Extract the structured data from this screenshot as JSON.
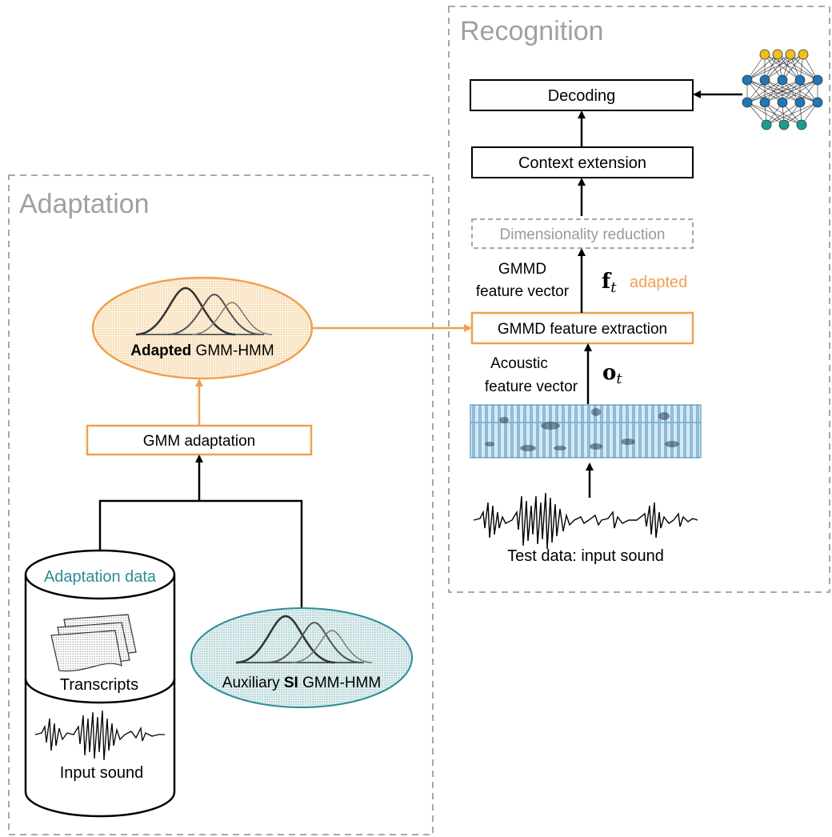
{
  "regions": {
    "recognition": "Recognition",
    "adaptation": "Adaptation"
  },
  "boxes": {
    "decoding": "Decoding",
    "context_extension": "Context extension",
    "dimensionality_reduction": "Dimensionality reduction",
    "gmmd_feature_extraction": "GMMD feature extraction",
    "gmm_adaptation": "GMM adaptation"
  },
  "labels": {
    "gmmd_line1": "GMMD",
    "gmmd_line2": "feature vector",
    "acoustic_line1": "Acoustic",
    "acoustic_line2": "feature vector",
    "test_data": "Test data: input sound",
    "transcripts": "Transcripts",
    "input_sound": "Input sound",
    "adaptation_data": "Adaptation data"
  },
  "math": {
    "f_symbol": "f",
    "f_subscript": "t",
    "adapted_word": "adapted",
    "o_symbol": "o",
    "o_subscript": "t"
  },
  "models": {
    "adapted_bold": "Adapted",
    "adapted_rest": " GMM-HMM",
    "aux_prefix": "Auxiliary ",
    "aux_bold": "SI",
    "aux_rest": " GMM-HMM"
  },
  "colors": {
    "orange": "#f4a460",
    "orange_stroke": "#f0a050",
    "teal": "#2e8b9a",
    "gray_text": "#a0a0a0",
    "dash_gray": "#a8a8a8",
    "node_yellow": "#f2c01b",
    "node_blue": "#1f77b4",
    "node_teal": "#1a9e8f"
  }
}
